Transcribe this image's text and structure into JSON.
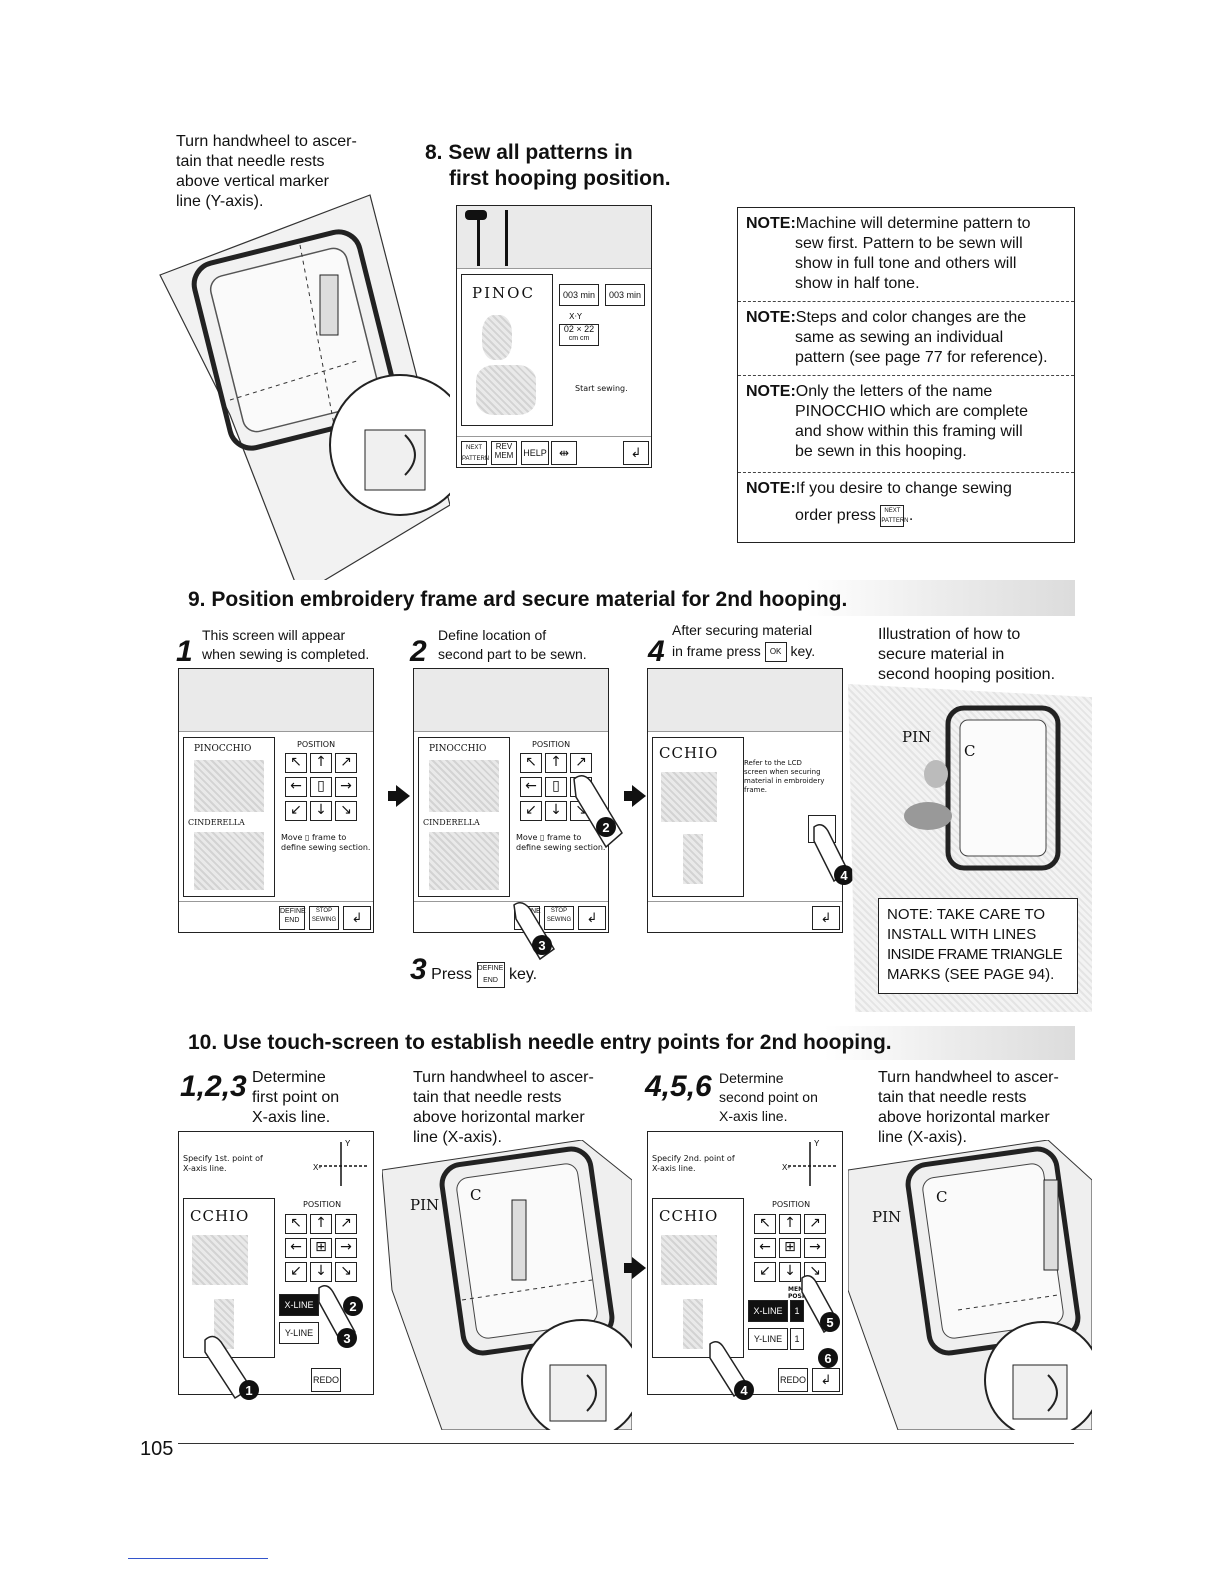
{
  "top_left_caption": [
    "Turn handwheel to ascer-",
    "tain that needle rests",
    "above vertical marker",
    "line (Y-axis)."
  ],
  "step8": {
    "title_line1": "8. Sew all patterns in",
    "title_line2": "first hooping position.",
    "lcd": {
      "pattern_text": "PINOC",
      "time1": "003 min",
      "time2": "003 min",
      "xy_label": "X·Y",
      "xy_value": "02 × 22",
      "xy_units": "cm   cm",
      "status": "Start sewing.",
      "keys": [
        "NEXT PATTERN",
        "REV MEM",
        "HELP"
      ]
    }
  },
  "notes": [
    {
      "label": "NOTE:",
      "first": "Machine will determine pattern to",
      "rest": [
        "sew first. Pattern to be sewn will",
        "show in full tone and others will",
        "show in half tone."
      ]
    },
    {
      "label": "NOTE:",
      "first": "Steps and color changes are the",
      "rest": [
        "same as sewing an individual",
        "pattern (see page 77 for reference)."
      ]
    },
    {
      "label": "NOTE:",
      "first": "Only the letters of the name",
      "rest": [
        "PINOCCHIO which are complete",
        "and show within this framing will",
        "be sewn in this hooping."
      ]
    },
    {
      "label": "NOTE:",
      "first": "If you desire to change sewing",
      "rest": [
        "order press"
      ]
    }
  ],
  "note_key_label": "NEXT PATTERN",
  "step9": {
    "title": "9. Position embroidery frame ard secure material for 2nd hooping.",
    "sub1": {
      "num": "1",
      "lines": [
        "This screen will appear",
        "when sewing is completed."
      ]
    },
    "sub2": {
      "num": "2",
      "lines": [
        "Define location of",
        "second part to be sewn."
      ]
    },
    "sub4": {
      "num": "4",
      "line1": "After securing material",
      "line2_pre": "in frame press",
      "key": "OK",
      "line2_post": "key."
    },
    "sub_illus": [
      "Illustration of how to",
      "secure material in",
      "second hooping position."
    ],
    "sub3": {
      "num": "3",
      "pre": "Press",
      "key": "DEFINE END",
      "post": "key."
    },
    "lcd_position": "POSITION",
    "lcd_top_pattern": "PINOCCHIO",
    "lcd_bottom_pattern": "CINDERELLA",
    "lcd_move_text": [
      "Move ▯ frame to",
      "define sewing section."
    ],
    "lcd_keys": [
      "DEFINE END",
      "STOP SEWING"
    ],
    "lcd4_pattern": "CCHIO",
    "lcd4_text": [
      "Refer to the LCD",
      "screen when securing",
      "material in embroidery",
      "frame."
    ],
    "illus_pattern": "PIN C",
    "note_box": [
      "NOTE: TAKE CARE TO",
      "INSTALL WITH LINES",
      "INSIDE FRAME TRIANGLE",
      "MARKS (SEE PAGE 94)."
    ]
  },
  "step10": {
    "title": "10. Use touch-screen to establish needle entry points for 2nd hooping.",
    "a": {
      "num": "1,2,3",
      "lines": [
        "Determine",
        "first point on",
        "X-axis line."
      ]
    },
    "b": [
      "Turn handwheel to ascer-",
      "tain that needle rests",
      "above horizontal marker",
      "line (X-axis)."
    ],
    "c": {
      "num": "4,5,6",
      "lines": [
        "Determine",
        "second point on",
        "X-axis line."
      ]
    },
    "d": [
      "Turn handwheel to ascer-",
      "tain that needle rests",
      "above horizontal marker",
      "line (X-axis)."
    ],
    "lcd1_text": [
      "Specify 1st. point of",
      "X-axis line."
    ],
    "lcd2_text": [
      "Specify 2nd. point of",
      "X-axis line."
    ],
    "lcd_pattern": "CCHIO",
    "position": "POSITION",
    "xline": "X-LINE",
    "yline": "Y-LINE",
    "redo": "REDO",
    "memo": "MEMO POSITION",
    "line_num": "1",
    "illus_pattern": "PIN C"
  },
  "circled_numbers": [
    "1",
    "2",
    "3",
    "4",
    "5",
    "6"
  ],
  "page_number": "105"
}
